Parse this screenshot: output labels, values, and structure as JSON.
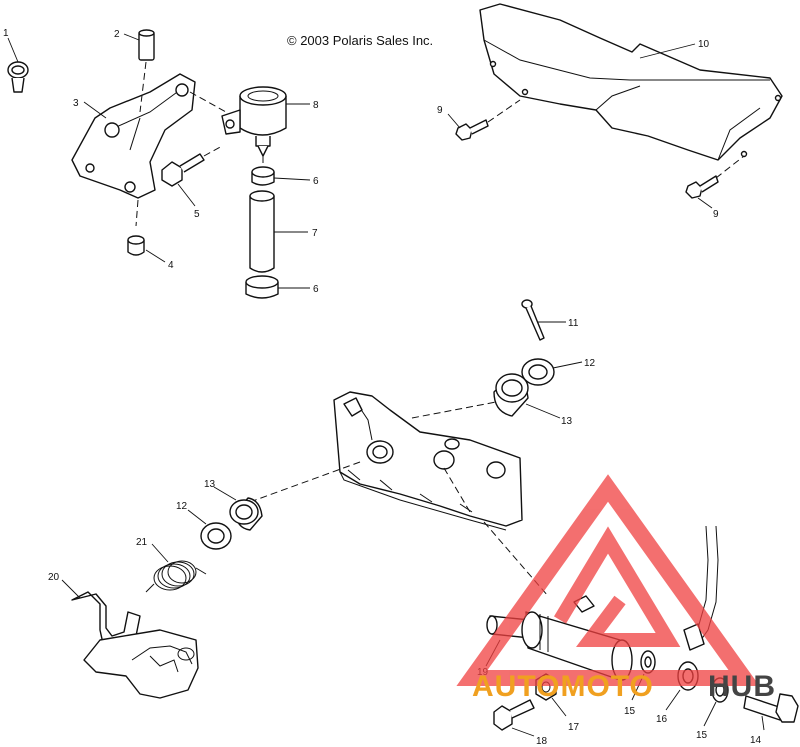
{
  "copyright": "© 2003 Polaris Sales Inc.",
  "callouts": {
    "c1": "1",
    "c2": "2",
    "c3": "3",
    "c4": "4",
    "c5": "5",
    "c6a": "6",
    "c6b": "6",
    "c7": "7",
    "c8": "8",
    "c9a": "9",
    "c9b": "9",
    "c10": "10",
    "c11": "11",
    "c12a": "12",
    "c12b": "12",
    "c13a": "13",
    "c13b": "13",
    "c14": "14",
    "c15a": "15",
    "c15b": "15",
    "c16": "16",
    "c17": "17",
    "c18": "18",
    "c19": "19",
    "c20": "20",
    "c21": "21"
  },
  "watermark": {
    "brand_left": "AUTOMOTO",
    "brand_right": "HUB",
    "color_left": "#f0a020",
    "color_right": "#444444",
    "logo_color": "#f04040"
  }
}
